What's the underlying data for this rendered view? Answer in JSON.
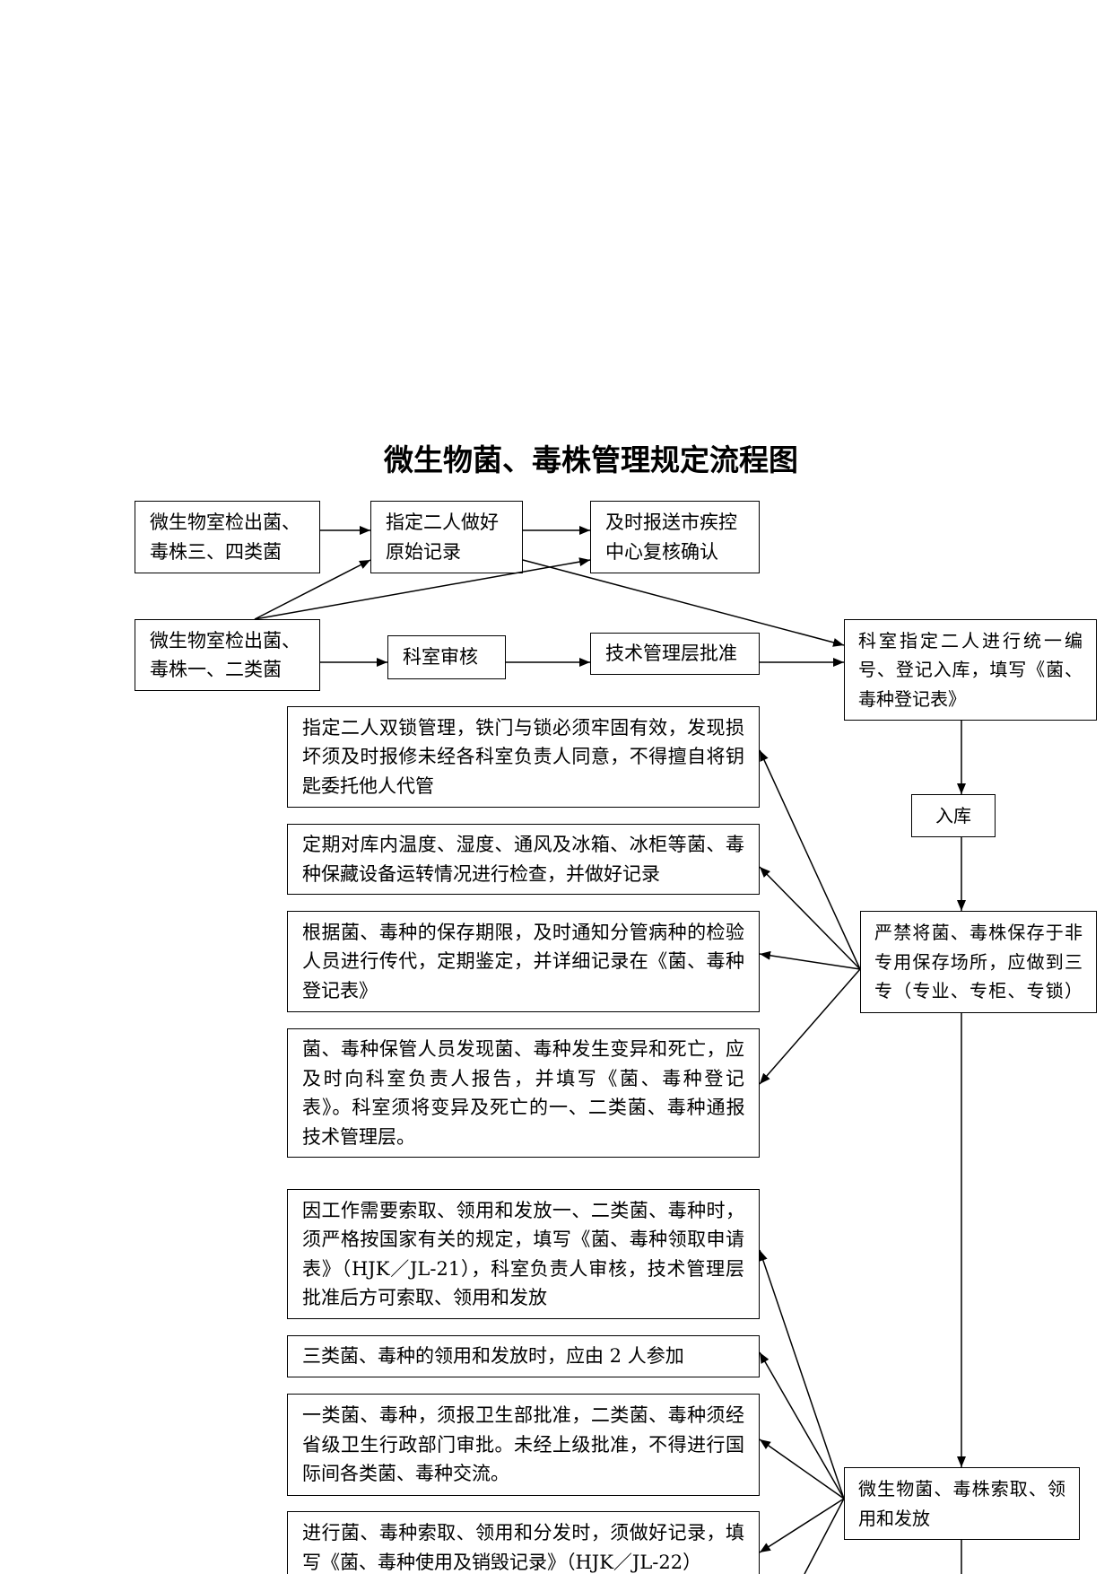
{
  "title": "微生物菌、毒株管理规定流程图",
  "boxes": {
    "detect_34": {
      "lines": [
        "微生物室检出菌、",
        "毒株三、四类菌"
      ]
    },
    "original_record": {
      "lines": [
        "指定二人做好",
        "原始记录"
      ]
    },
    "cdc_review": {
      "lines": [
        "及时报送市疾控",
        "中心复核确认"
      ]
    },
    "detect_12": {
      "lines": [
        "微生物室检出菌、",
        "毒株一、二类菌"
      ]
    },
    "dept_review": {
      "lines": [
        "科室审核"
      ]
    },
    "tech_approval": {
      "lines": [
        "技术管理层批准"
      ]
    },
    "register": {
      "lines": [
        "科室指定二人进行统一编",
        "号、登记入库，填写《菌、",
        "毒种登记表》"
      ]
    },
    "storage": {
      "lines": [
        "入库"
      ]
    },
    "storage_rules": {
      "lines": [
        "严禁将菌、毒株保存于非",
        "专用保存场所，应做到三",
        "专（专业、专柜、专锁）"
      ]
    },
    "double_lock": {
      "lines": [
        "指定二人双锁管理，铁门与锁必须牢固有效，发现损",
        "坏须及时报修未经各科室负责人同意，不得擅自将钥",
        "匙委托他人代管"
      ]
    },
    "inspection": {
      "lines": [
        "定期对库内温度、湿度、通风及冰箱、冰柜等菌、毒",
        "种保藏设备运转情况进行检查，并做好记录"
      ]
    },
    "subculture": {
      "lines": [
        "根据菌、毒种的保存期限，及时通知分管病种的检验",
        "人员进行传代，定期鉴定，并详细记录在《菌、毒种",
        "登记表》"
      ]
    },
    "variation_report": {
      "lines": [
        "菌、毒种保管人员发现菌、毒种发生变异和死亡，应",
        "及时向科室负责人报告，并填写《菌、毒种登记",
        "表》。科室须将变异及死亡的一、二类菌、毒种通报",
        "技术管理层。"
      ]
    },
    "request_12": {
      "lines": [
        "因工作需要索取、领用和发放一、二类菌、毒种时，",
        "须严格按国家有关的规定，填写《菌、毒种领取申请",
        "表》（HJK／JL-21），科室负责人审核，技术管理层",
        "批准后方可索取、领用和发放"
      ]
    },
    "class3_issue": {
      "lines": [
        "三类菌、毒种的领用和发放时，应由 2 人参加"
      ]
    },
    "approval_rules": {
      "lines": [
        "一类菌、毒种，须报卫生部批准，二类菌、毒种须经",
        "省级卫生行政部门审批。未经上级批准，不得进行国",
        "际间各类菌、毒种交流。"
      ]
    },
    "usage_record": {
      "lines": [
        "进行菌、毒种索取、领用和分发时，须做好记录，填",
        "写《菌、毒种使用及销毁记录》（HJK／JL-22）"
      ]
    },
    "request_issue": {
      "lines": [
        "微生物菌、毒株索取、领",
        "用和发放"
      ]
    }
  }
}
